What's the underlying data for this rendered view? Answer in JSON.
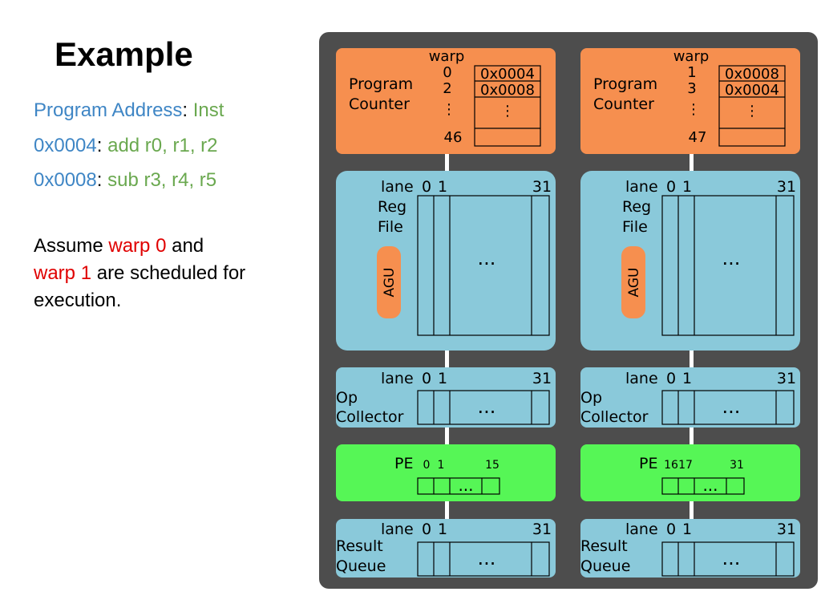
{
  "slide": {
    "title": "Example",
    "address_label": "Program Address",
    "colon": ":",
    "inst_label": "Inst",
    "code": [
      {
        "addr": "0x0004",
        "inst": "add r0, r1, r2"
      },
      {
        "addr": "0x0008",
        "inst": "sub r3, r4, r5"
      }
    ],
    "assume": {
      "p1": "Assume ",
      "warp0": "warp 0",
      "p2": " and",
      "warp1": "warp 1",
      "p3": " are scheduled for execution."
    }
  },
  "diagram": {
    "colors": {
      "background": "#4d4d4d",
      "pc": "#f68f4f",
      "blue": "#8ac9da",
      "pe": "#56f656",
      "agu": "#f68f4f",
      "wire": "#ffffff"
    },
    "pc_title": [
      "Program",
      "Counter"
    ],
    "warp_label": "warp",
    "vdots": "⋮",
    "ellipsis": "...",
    "reg_title": [
      "Reg",
      "File"
    ],
    "agu": "AGU",
    "lane_label": "lane",
    "lane_first": "0",
    "lane_second": "1",
    "lane_last": "31",
    "op_title": [
      "Op",
      "Collector"
    ],
    "pe_label": "PE",
    "rq_title": [
      "Result",
      "Queue"
    ],
    "cores": [
      {
        "warps": [
          "0",
          "2",
          "46"
        ],
        "pcs": [
          "0x0004",
          "0x0008"
        ],
        "pe_lanes": [
          "0",
          "1",
          "15"
        ]
      },
      {
        "warps": [
          "1",
          "3",
          "47"
        ],
        "pcs": [
          "0x0008",
          "0x0004"
        ],
        "pe_lanes": [
          "16",
          "17",
          "31"
        ]
      }
    ]
  }
}
